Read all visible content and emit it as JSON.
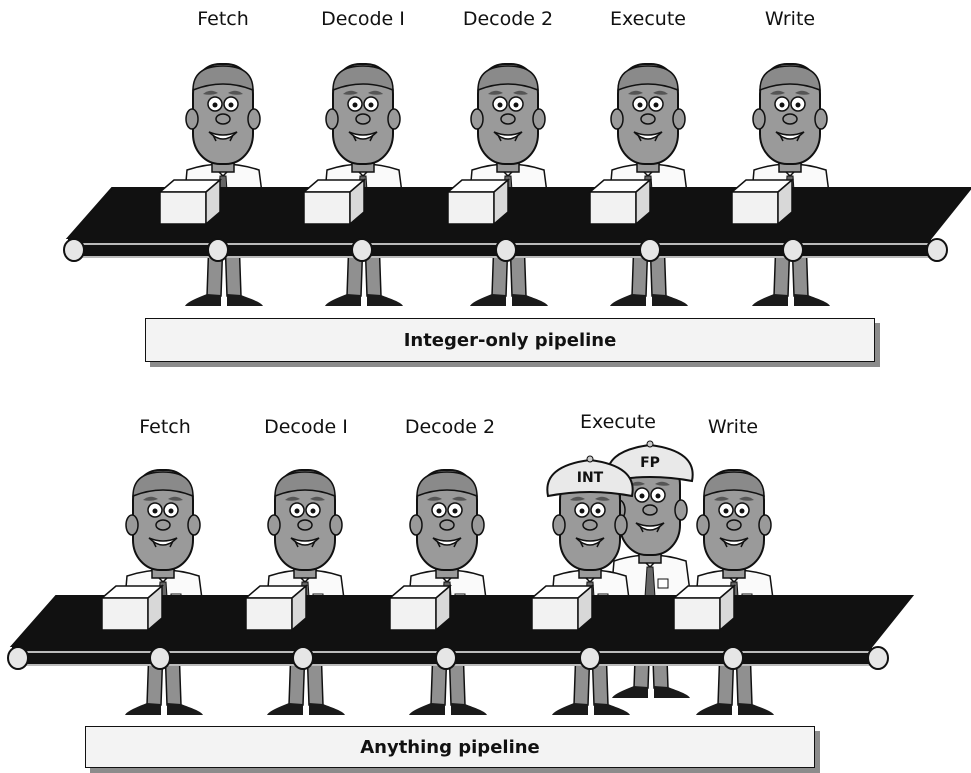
{
  "top": {
    "stages": [
      "Fetch",
      "Decode I",
      "Decode 2",
      "Execute",
      "Write"
    ],
    "caption": "Integer-only pipeline"
  },
  "bottom": {
    "stages": [
      "Fetch",
      "Decode I",
      "Decode 2",
      "Execute",
      "Write"
    ],
    "caption": "Anything pipeline",
    "hats": [
      "INT",
      "FP"
    ]
  },
  "colors": {
    "belt": "#111111",
    "roller": "#e6e6e6",
    "skin": "#9a9a9a",
    "hair": "#8a8a8a",
    "pants": "#909090",
    "box": "#f2f2f2",
    "caption_bg": "#f3f3f3"
  }
}
